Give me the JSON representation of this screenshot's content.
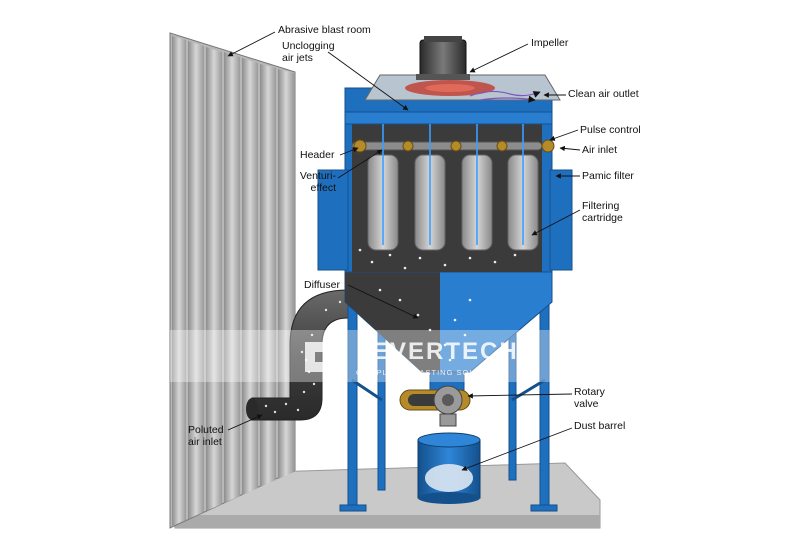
{
  "labels": {
    "abrasive_blast_room": "Abrasive blast room",
    "unclogging_air_jets": "Unclogging\nair jets",
    "impeller": "Impeller",
    "clean_air_outlet": "Clean air outlet",
    "pulse_control": "Pulse control",
    "header": "Header",
    "air_inlet": "Air inlet",
    "venturi_effect": "Venturi-\neffect",
    "pamic_filter": "Pamic filter",
    "filtering_cartridge": "Filtering\ncartridge",
    "diffuser": "Diffuser",
    "rotary_valve": "Rotary\nvalve",
    "dust_barrel": "Dust barrel",
    "poluted_air_inlet": "Poluted\nair inlet"
  },
  "watermark": {
    "brand": "EVERTECH",
    "tagline": "COMPLETE BLASTING SOLUTIONS"
  },
  "colors": {
    "frame_blue": "#1f6fbf",
    "frame_blue_dark": "#14508c",
    "chamber_dark": "#3b3b3b",
    "wall_gray": "#b8b8b8",
    "floor_gray": "#c9c9c9",
    "brass": "#b58a28"
  }
}
